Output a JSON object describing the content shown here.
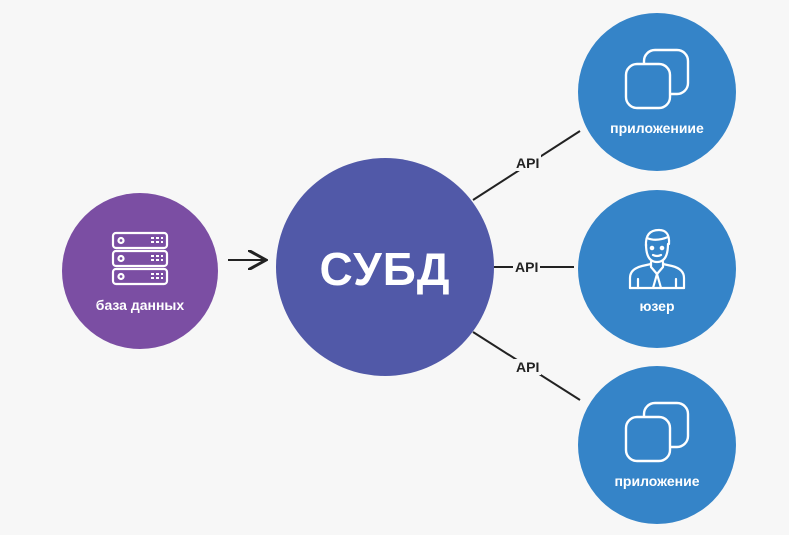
{
  "nodes": {
    "database": {
      "label": "база данных"
    },
    "dbms": {
      "label": "СУБД"
    },
    "app_top": {
      "label": "приложениие"
    },
    "user": {
      "label": "юзер"
    },
    "app_bottom": {
      "label": "приложение"
    }
  },
  "edges": {
    "api_top": "API",
    "api_middle": "API",
    "api_bottom": "API"
  },
  "colors": {
    "database": "#7b4ea3",
    "dbms": "#5159a8",
    "clients": "#3584c8",
    "background": "#f7f7f7"
  }
}
